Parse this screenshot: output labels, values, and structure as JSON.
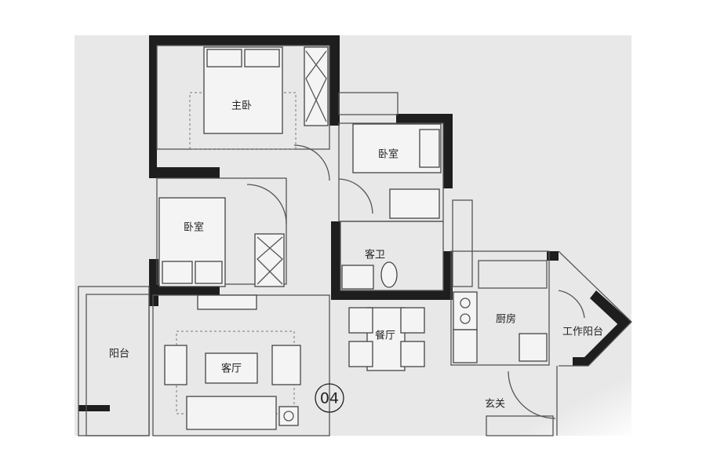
{
  "floor_plan": {
    "unit_number": "04",
    "rooms": {
      "master_bedroom": "主卧",
      "bedroom_upper_right": "卧室",
      "bedroom_left": "卧室",
      "guest_bathroom": "客卫",
      "kitchen": "厨房",
      "utility_balcony": "工作阳台",
      "balcony": "阳台",
      "living_room": "客厅",
      "dining_room": "餐厅",
      "foyer": "玄关"
    },
    "colors": {
      "floor": "#e8e8e8",
      "wall": "#1e1e1e"
    }
  }
}
